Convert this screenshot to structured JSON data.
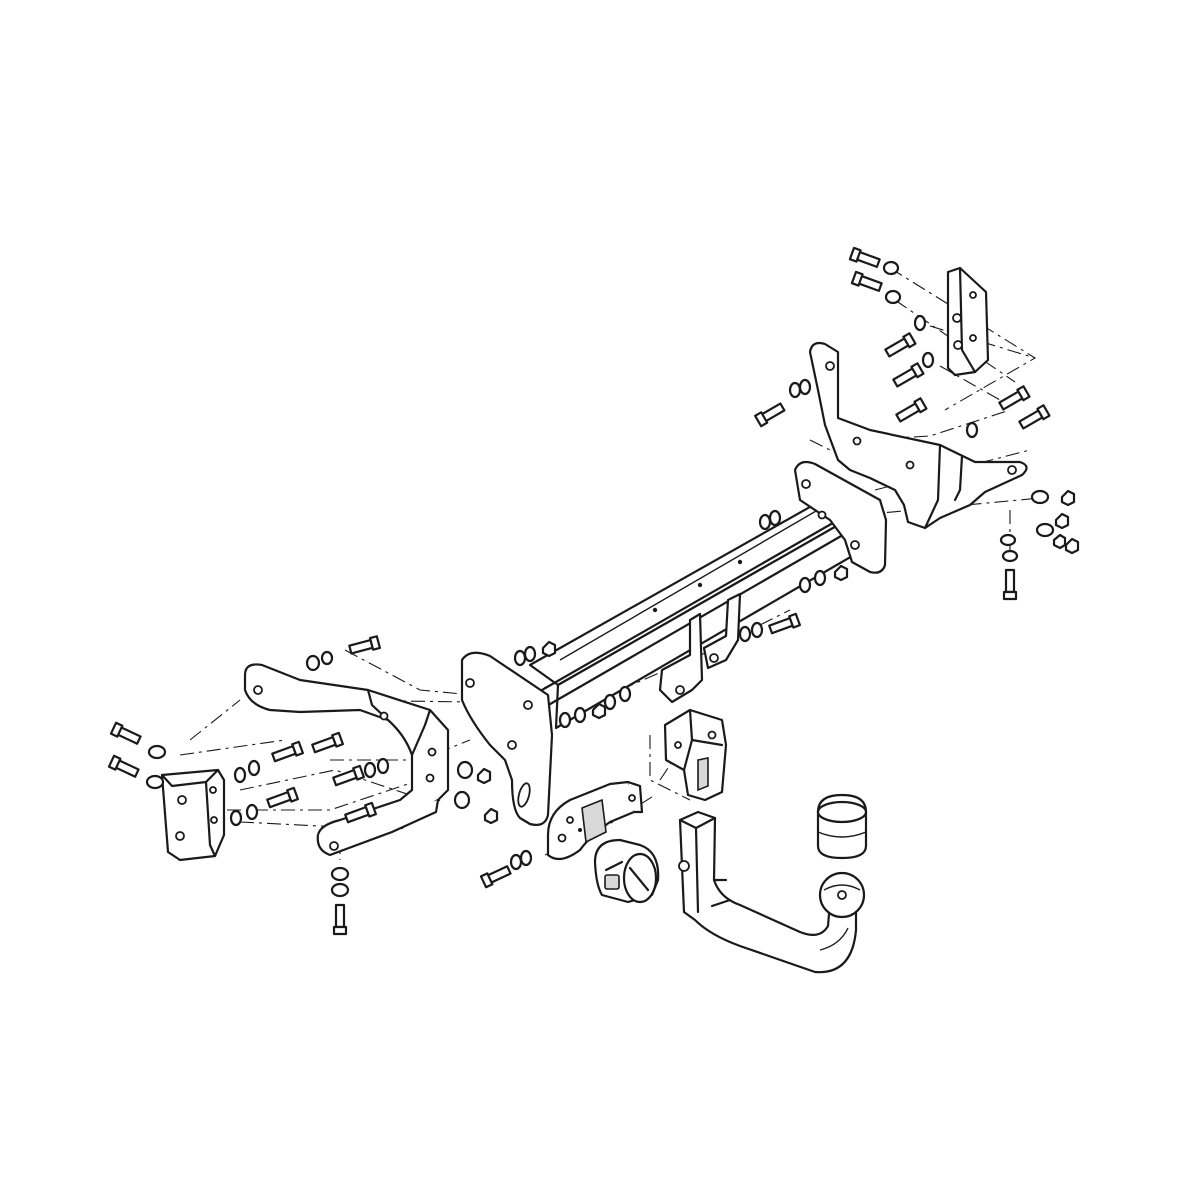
{
  "diagram": {
    "colors": {
      "line": "#1a1a1a",
      "background": "#ffffff",
      "shade": "#d8d8d8"
    },
    "parts": [
      "crossbar-beam",
      "left-end-plate",
      "right-end-plate",
      "left-mounting-arm",
      "right-mounting-arm",
      "left-side-bracket",
      "right-side-bracket",
      "socket-plate",
      "electrical-socket",
      "tow-ball-receiver",
      "detachable-tow-ball-neck",
      "tow-ball",
      "tow-ball-cap",
      "bolts",
      "washers",
      "nuts"
    ]
  }
}
